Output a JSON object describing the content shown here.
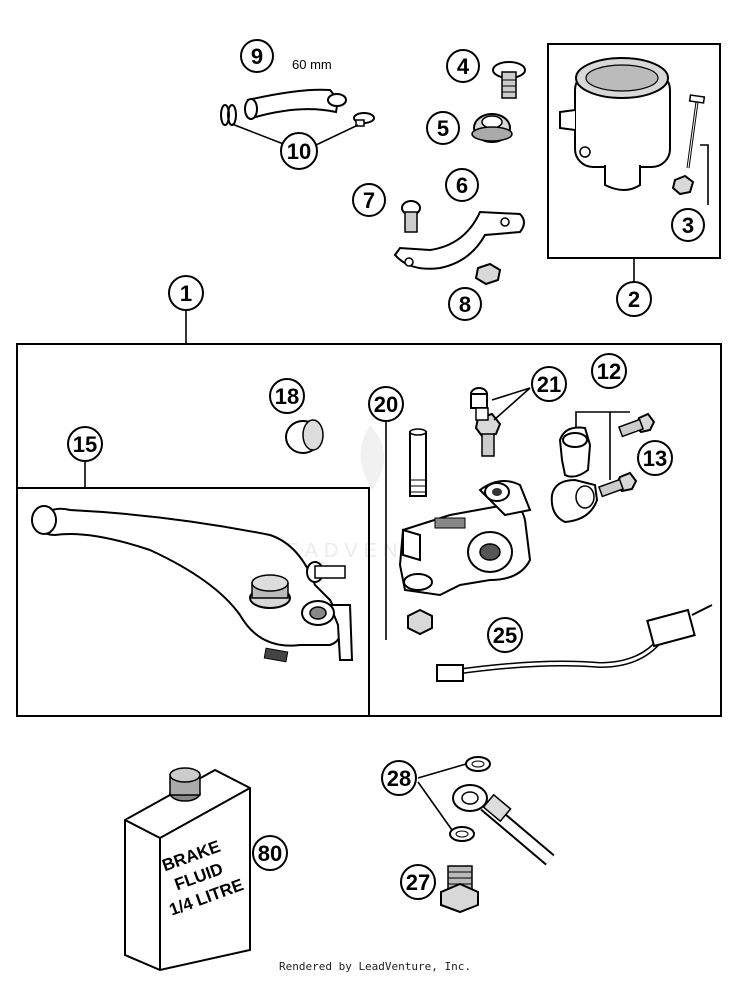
{
  "callouts": [
    {
      "id": "c1",
      "label": "1"
    },
    {
      "id": "c2",
      "label": "2"
    },
    {
      "id": "c3",
      "label": "3"
    },
    {
      "id": "c4",
      "label": "4"
    },
    {
      "id": "c5",
      "label": "5"
    },
    {
      "id": "c6",
      "label": "6"
    },
    {
      "id": "c7",
      "label": "7"
    },
    {
      "id": "c8",
      "label": "8"
    },
    {
      "id": "c9",
      "label": "9"
    },
    {
      "id": "c10",
      "label": "10"
    },
    {
      "id": "c12",
      "label": "12"
    },
    {
      "id": "c13",
      "label": "13"
    },
    {
      "id": "c15",
      "label": "15"
    },
    {
      "id": "c18",
      "label": "18"
    },
    {
      "id": "c20",
      "label": "20"
    },
    {
      "id": "c21",
      "label": "21"
    },
    {
      "id": "c25",
      "label": "25"
    },
    {
      "id": "c27",
      "label": "27"
    },
    {
      "id": "c28",
      "label": "28"
    },
    {
      "id": "c80",
      "label": "80"
    }
  ],
  "hose_length_label": "60 mm",
  "bottle_label": {
    "line1": "BRAKE",
    "line2": "FLUID",
    "line3": "1/4 LITRE"
  },
  "watermark": "LEADVENTURE",
  "credit": "Rendered by LeadVenture, Inc."
}
